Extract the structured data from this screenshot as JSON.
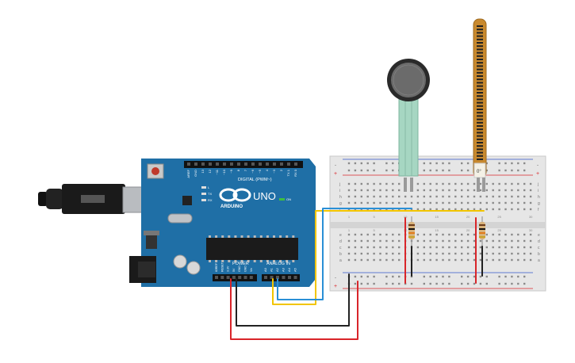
{
  "arduino": {
    "brand_name": "ARDUINO",
    "model_name": "UNO",
    "digital_header_label": "DIGITAL (PWM~)",
    "power_header_label": "POWER",
    "analog_header_label": "ANALOG IN",
    "on_led_label": "ON",
    "tx_label": "TX",
    "rx_label": "RX",
    "l_label": "L",
    "digital_pins": [
      "AREF",
      "GND",
      "13",
      "12",
      "~11",
      "~10",
      "~9",
      "8",
      "7",
      "~6",
      "~5",
      "4",
      "~3",
      "2",
      "TX 1",
      "RX 0"
    ],
    "power_pins": [
      "IOREF",
      "RESET",
      "3.3V",
      "5V",
      "GND",
      "GND",
      "Vin"
    ],
    "analog_pins": [
      "A0",
      "A1",
      "A2",
      "A3",
      "A4",
      "A5"
    ],
    "board_color": "#1f6fa6"
  },
  "breadboard": {
    "row_letters_top": [
      "j",
      "i",
      "h",
      "g",
      "f"
    ],
    "row_letters_bottom": [
      "e",
      "d",
      "c",
      "b",
      "a"
    ],
    "rail_plus": "+",
    "rail_minus": "-",
    "column_numbers": [
      "1",
      "5",
      "10",
      "15",
      "20",
      "25",
      "30"
    ]
  },
  "flex_sensor": {
    "angle_label": "0°"
  },
  "wire_colors": {
    "red": "#d9252a",
    "black": "#222222",
    "yellow": "#f2c500",
    "blue": "#2a8fd6"
  }
}
